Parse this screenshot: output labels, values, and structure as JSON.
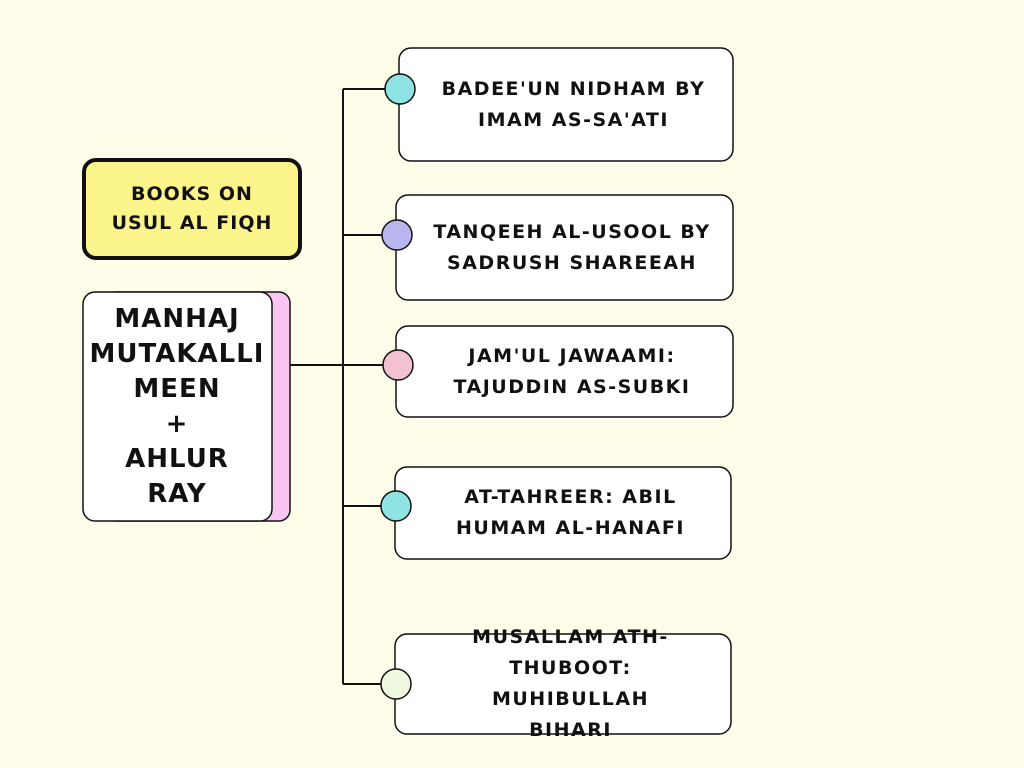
{
  "title": {
    "text": "Books on\nUsul Al Fiqh",
    "fill": "#fbf58c"
  },
  "main": {
    "text": "Manhaj\nMutakalli\nmeen\n+\nAhlur\nRay",
    "back_fill": "#f8c6f0"
  },
  "books": [
    {
      "text": "Badee'un Nidham by\nImam As-Sa'ati",
      "dot": "#8fe3e3"
    },
    {
      "text": "Tanqeeh Al-Usool by\nSadrush Shareeah",
      "dot": "#b9b5ee"
    },
    {
      "text": "Jam'ul Jawaami:\nTajuddin As-Subki",
      "dot": "#f2c2d3"
    },
    {
      "text": "At-Tahreer: Abil\nHumam Al-Hanafi",
      "dot": "#8fe3e3"
    },
    {
      "text": "Musallam Ath-\nThuboot: Muhibullah\nBihari",
      "dot": "#eef9df"
    }
  ],
  "colors": {
    "background": "#fefde9",
    "stroke": "#111111",
    "card": "#ffffff"
  }
}
